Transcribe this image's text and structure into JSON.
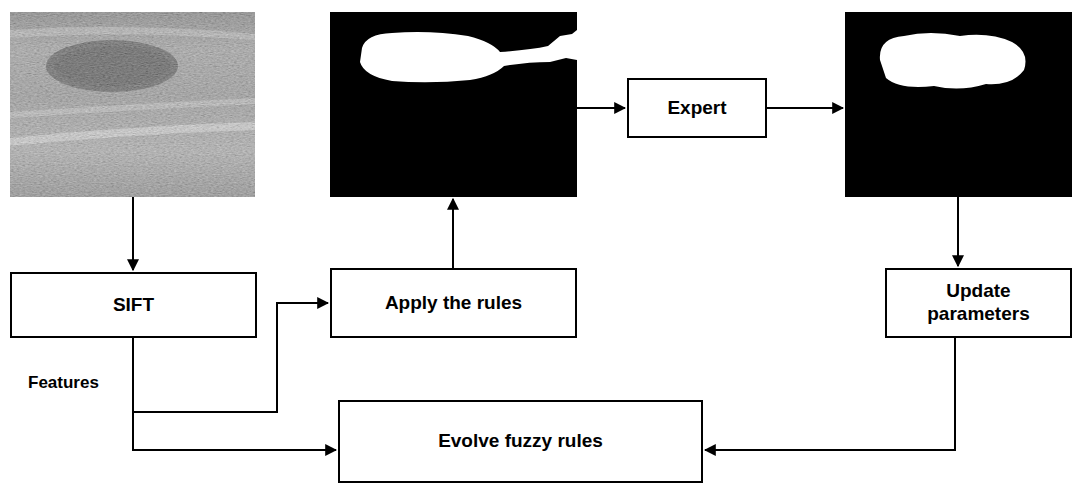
{
  "diagram": {
    "nodes": [
      {
        "text": [
          "Expert"
        ]
      },
      {
        "text": [
          "SIFT"
        ]
      },
      {
        "text": [
          "Apply the rules"
        ]
      },
      {
        "text": [
          "Update parameters"
        ]
      },
      {
        "text": [
          "Evolve fuzzy rules"
        ]
      }
    ],
    "edges": [
      {
        "from": 1,
        "to": 2,
        "arrow": "to"
      },
      {
        "from": 1,
        "to": 4,
        "arrow": "to"
      },
      {
        "from": 3,
        "to": 4,
        "arrow": "to"
      }
    ],
    "labels": [
      "Features"
    ]
  }
}
